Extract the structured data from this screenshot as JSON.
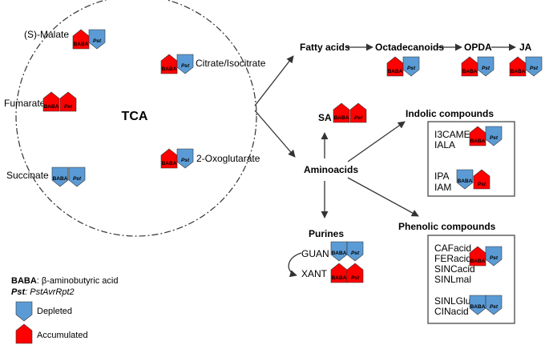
{
  "colors": {
    "accumulated": "#ff0000",
    "depleted": "#5b9bd5",
    "stroke": "#333333"
  },
  "tags": {
    "baba": "BABA",
    "pst": "Pst"
  },
  "tca": {
    "title": "TCA",
    "malate": "(S)-Malate",
    "citrate": "Citrate/Isocitrate",
    "fumarate": "Fumarate",
    "oxoglutarate": "2-Oxoglutarate",
    "succinate": "Succinate"
  },
  "pathway": {
    "fatty_acids": "Fatty acids",
    "octadecanoids": "Octadecanoids",
    "opda": "OPDA",
    "ja": "JA",
    "sa": "SA",
    "aminoacids": "Aminoacids",
    "purines": "Purines",
    "guan": "GUAN",
    "xant": "XANT"
  },
  "indolic": {
    "title": "Indolic compounds",
    "items": [
      "I3CAME",
      "IALA",
      "IPA",
      "IAM"
    ]
  },
  "phenolic": {
    "title": "Phenolic compounds",
    "items": [
      "CAFacid",
      "FERacid",
      "SINCacid",
      "SINLmal",
      "SINLGlu",
      "CINacid"
    ]
  },
  "legend": {
    "baba_key": "BABA",
    "baba_desc": ": β-aminobutyric acid",
    "pst_key": "Pst",
    "pst_desc": ": PstAvrRpt2",
    "depleted": "Depleted",
    "accumulated": "Accumulated"
  }
}
